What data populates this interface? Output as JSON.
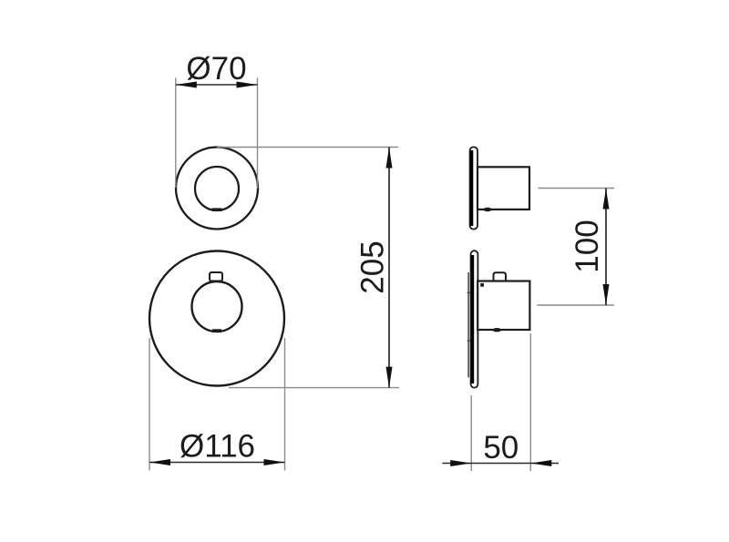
{
  "drawing": {
    "type": "technical-dimension-drawing",
    "views": {
      "front": {
        "parts": [
          "top-escutcheon-circle",
          "top-handle-circle",
          "bottom-escutcheon-circle",
          "bottom-handle-knob",
          "knob-tab"
        ]
      },
      "side": {
        "parts": [
          "top-wall-plate",
          "top-valve-body",
          "bottom-wall-plate",
          "bottom-valve-body",
          "body-tab"
        ]
      }
    },
    "dimensions": {
      "top_diameter": {
        "label": "Ø70"
      },
      "overall_height": {
        "label": "205"
      },
      "bottom_diameter": {
        "label": "Ø116"
      },
      "center_spacing": {
        "label": "100"
      },
      "depth": {
        "label": "50"
      }
    },
    "colors": {
      "object_line": "#1c1c1c",
      "dimension_line": "#2b2b2b",
      "extension_line": "#8b8b8b",
      "background": "#ffffff"
    }
  }
}
